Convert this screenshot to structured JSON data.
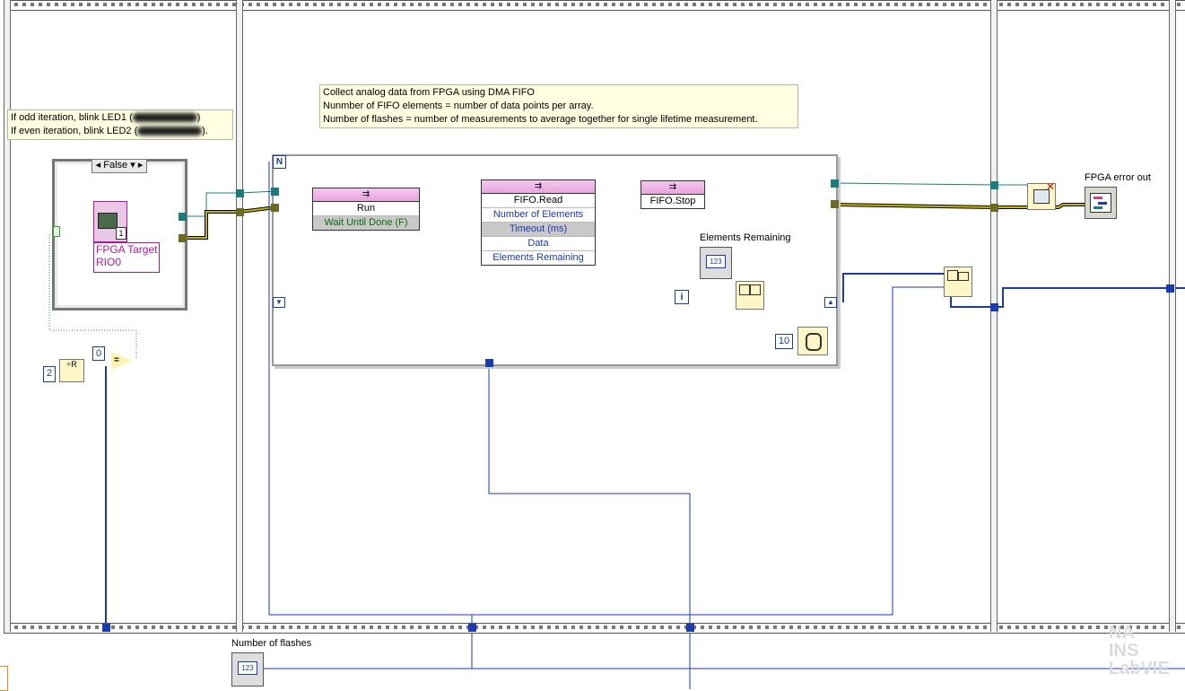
{
  "comments": {
    "led_line1": "If odd iteration, blink LED1 (",
    "led_line2": "If even iteration, blink LED2 (",
    "led_close1": ")",
    "led_close2": ").",
    "fifo_line1": "Collect analog data from FPGA using DMA FIFO",
    "fifo_line2": "Nunmber of FIFO elements = number of data points per array.",
    "fifo_line3": "Number of flashes = number of measurements to average together for single lifetime measurement."
  },
  "case_structure": {
    "selector": "False"
  },
  "fpga_reference": {
    "label_line1": "FPGA Target",
    "label_line2": "RIO0",
    "badge": "1"
  },
  "nodes": {
    "run": {
      "title": "Run",
      "row1": "Wait Until Done (F)"
    },
    "fifo_read": {
      "title": "FIFO.Read",
      "rows": [
        "Number of Elements",
        "Timeout (ms)",
        "Data",
        "Elements Remaining"
      ]
    },
    "fifo_stop": {
      "title": "FIFO.Stop"
    }
  },
  "for_loop": {
    "count_terminal": "N",
    "iteration_terminal": "i"
  },
  "constants": {
    "zero": "0",
    "two": "2",
    "wait_ms": "10"
  },
  "indicators": {
    "elements_remaining": {
      "label": "Elements Remaining",
      "value": "123"
    },
    "fpga_error_out": {
      "label": "FPGA error out"
    },
    "number_of_flashes": {
      "label": "Number of flashes",
      "value": "123"
    }
  },
  "watermark": {
    "line1": "NA",
    "line2": "INS",
    "line3": "LabVIE"
  },
  "colors": {
    "error_wire": "#c8b400",
    "refnum_wire": "#1c7c7c",
    "int_wire": "#1a3ab0",
    "canvas": "#ffffff"
  }
}
